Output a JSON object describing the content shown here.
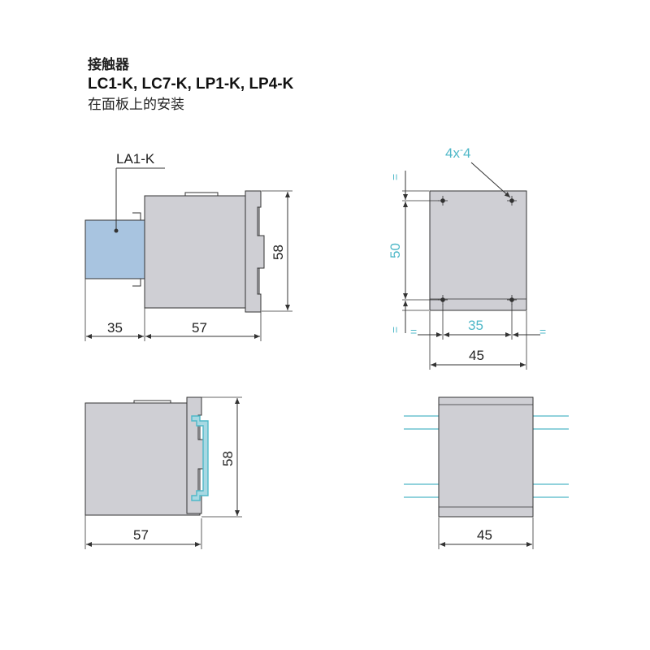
{
  "title": {
    "line1": "接触器",
    "line2": "LC1-K, LC7-K, LP1-K, LP4-K",
    "line3": "在面板上的安装"
  },
  "colors": {
    "body": "#cfcfd4",
    "accessory": "#a8c4e0",
    "cyan": "#4fb8c8",
    "outline": "#333333"
  },
  "views": {
    "side_top": {
      "accessory_label": "LA1-K",
      "dim_accessory": "35",
      "dim_width": "57",
      "dim_height": "58"
    },
    "front_top": {
      "hole_label": "4x",
      "hole_size": "4",
      "dim_hole_v": "50",
      "dim_hole_h": "35",
      "dim_width": "45",
      "eq": "="
    },
    "side_rail": {
      "dim_width": "57",
      "dim_height": "58"
    },
    "front_rail": {
      "dim_width": "45"
    }
  }
}
